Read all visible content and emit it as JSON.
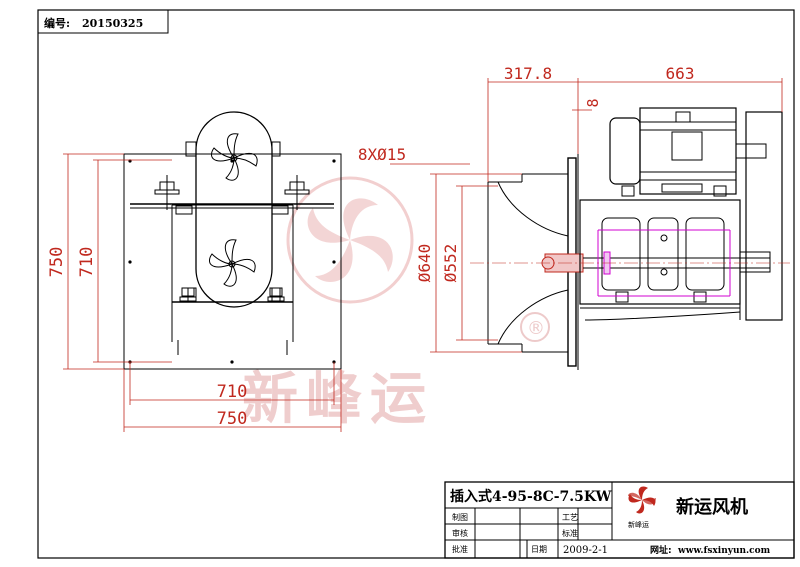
{
  "header": {
    "number_label": "编号:",
    "number_value": "20150325"
  },
  "watermark": {
    "text": "新峰运",
    "registered": "®"
  },
  "dimensions": {
    "top_left": "317.8",
    "top_right": "663",
    "gap": "8",
    "bolt_holes": "8XØ15",
    "height_outer": "750",
    "height_inner": "710",
    "width_inner": "710",
    "width_outer": "750",
    "dia_outer": "Ø640",
    "dia_inner": "Ø552"
  },
  "title_block": {
    "model": "插入式4-95-8C-7.5KW",
    "company": "新运风机",
    "logo_caption": "新峰运",
    "row1_left": "制图",
    "row1_right": "工艺",
    "row2_left": "审核",
    "row2_right": "标准",
    "row3_left": "批准",
    "row3_mid": "日期",
    "date": "2009-2-1",
    "website_label": "网址:",
    "website": "www.fsxinyun.com"
  },
  "colors": {
    "line": "#000000",
    "dim": "#c0281e",
    "magenta": "#d000d0",
    "watermark": "#e8a8a8"
  }
}
